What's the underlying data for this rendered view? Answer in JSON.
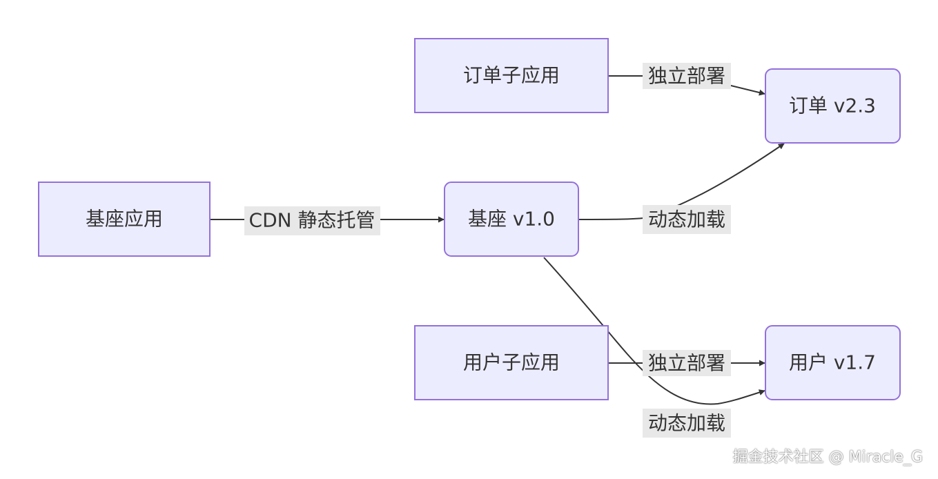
{
  "nodes": {
    "order_subapp": "订单子应用",
    "order_version": "订单 v2.3",
    "base_app": "基座应用",
    "base_version": "基座 v1.0",
    "user_subapp": "用户子应用",
    "user_version": "用户 v1.7"
  },
  "edges": {
    "order_deploy": "独立部署",
    "cdn_hosting": "CDN 静态托管",
    "load_order": "动态加载",
    "user_deploy": "独立部署",
    "load_user": "动态加载"
  },
  "watermark": "掘金技术社区 @ Miracle_G",
  "colors": {
    "node_fill": "#ECECFF",
    "node_stroke": "#9370DB",
    "edge": "#333333",
    "label_bg": "#E8E8E8"
  }
}
